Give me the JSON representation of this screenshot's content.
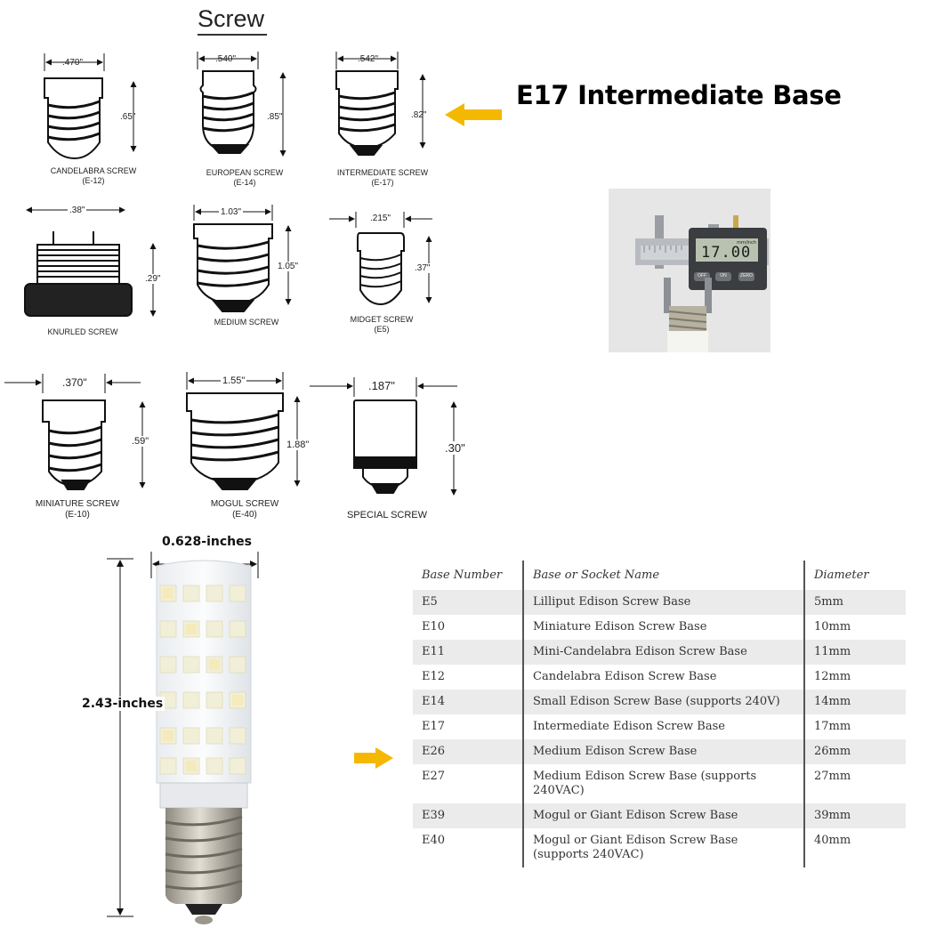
{
  "section_title": "Screw",
  "headline": "E17 Intermediate Base",
  "arrow_color": "#F5B800",
  "bases": [
    {
      "name": "CANDELABRA SCREW",
      "code": "(E-12)",
      "width": ".470\"",
      "height": ".65\""
    },
    {
      "name": "EUROPEAN SCREW",
      "code": "(E-14)",
      "width": ".540\"",
      "height": ".85\""
    },
    {
      "name": "INTERMEDIATE SCREW",
      "code": "(E-17)",
      "width": ".542\"",
      "height": ".82\""
    },
    {
      "name": "KNURLED SCREW",
      "code": "",
      "width": ".38\"",
      "height": ".29\""
    },
    {
      "name": "MEDIUM SCREW",
      "code": "",
      "width": "1.03\"",
      "height": "1.05\""
    },
    {
      "name": "MIDGET SCREW",
      "code": "(E5)",
      "width": ".215\"",
      "height": ".37\""
    },
    {
      "name": "MINIATURE SCREW",
      "code": "(E-10)",
      "width": ".370\"",
      "height": ".59\""
    },
    {
      "name": "MOGUL SCREW",
      "code": "(E-40)",
      "width": "1.55\"",
      "height": "1.88\""
    },
    {
      "name": "SPECIAL SCREW",
      "code": "",
      "width": ".187\"",
      "height": ".30\""
    }
  ],
  "caliper": {
    "units": "mm/inch",
    "reading": "17.00",
    "buttons": [
      "OFF",
      "ON",
      "ZERO"
    ]
  },
  "bulb": {
    "width_label": "0.628-inches",
    "height_label": "2.43-inches"
  },
  "table": {
    "headers": [
      "Base Number",
      "Base or Socket Name",
      "Diameter"
    ],
    "rows": [
      {
        "num": "E5",
        "name": "Lilliput Edison Screw Base",
        "dia": "5mm"
      },
      {
        "num": "E10",
        "name": "Miniature Edison Screw Base",
        "dia": "10mm"
      },
      {
        "num": "E11",
        "name": "Mini-Candelabra Edison Screw Base",
        "dia": "11mm"
      },
      {
        "num": "E12",
        "name": "Candelabra Edison Screw Base",
        "dia": "12mm"
      },
      {
        "num": "E14",
        "name": "Small Edison Screw Base (supports 240V)",
        "dia": "14mm"
      },
      {
        "num": "E17",
        "name": "Intermediate Edison Screw Base",
        "dia": "17mm"
      },
      {
        "num": "E26",
        "name": "Medium Edison Screw Base",
        "dia": "26mm"
      },
      {
        "num": "E27",
        "name": "Medium Edison Screw Base (supports 240VAC)",
        "dia": "27mm"
      },
      {
        "num": "E39",
        "name": "Mogul or Giant Edison Screw Base",
        "dia": "39mm"
      },
      {
        "num": "E40",
        "name": "Mogul or Giant Edison Screw Base (supports 240VAC)",
        "dia": "40mm"
      }
    ]
  }
}
